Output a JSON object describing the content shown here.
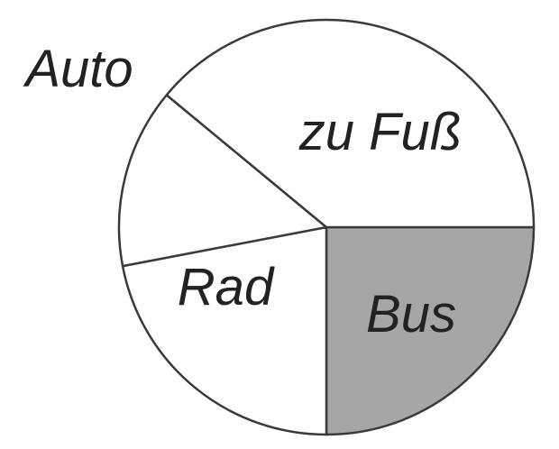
{
  "chart_data": {
    "type": "pie",
    "slices": [
      {
        "label": "Bus",
        "value": 25,
        "color": "#a6a6a6"
      },
      {
        "label": "Rad",
        "value": 22,
        "color": "#ffffff"
      },
      {
        "label": "Auto",
        "value": 14,
        "color": "#ffffff"
      },
      {
        "label": "zu Fuß",
        "value": 39,
        "color": "#ffffff"
      }
    ],
    "start_angle_deg": 0,
    "direction": "clockwise",
    "legend": "none"
  }
}
